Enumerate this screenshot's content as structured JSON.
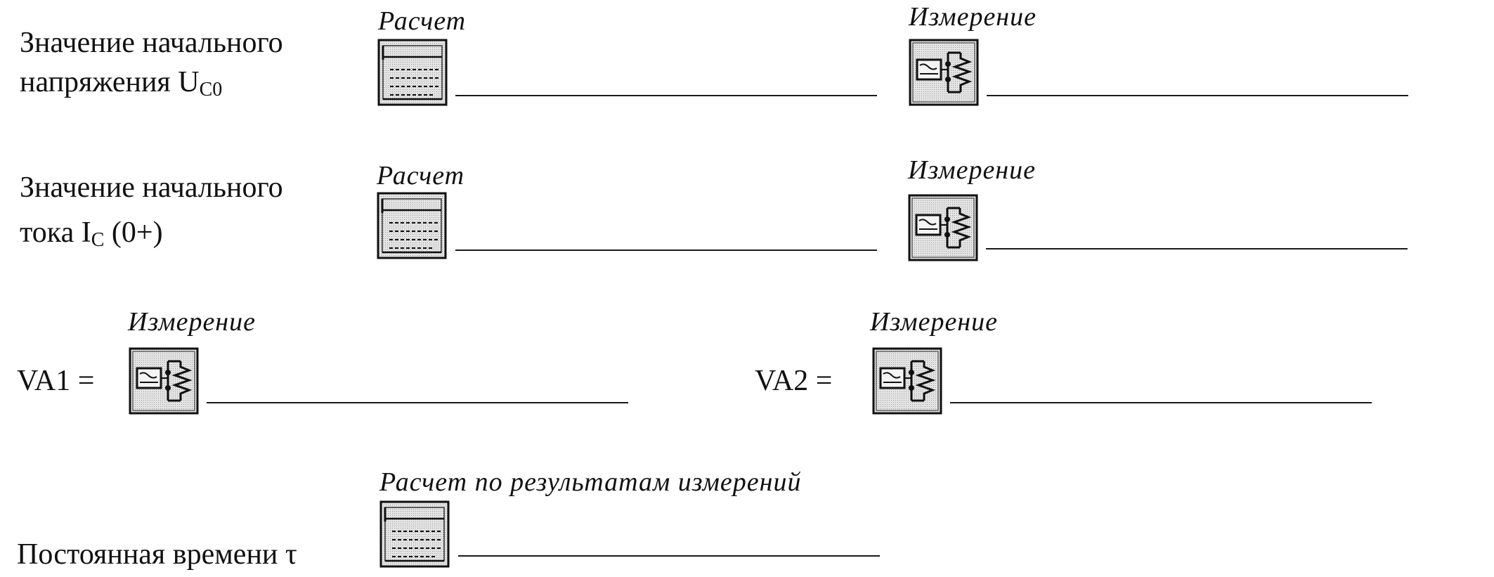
{
  "rows": {
    "uc0": {
      "label_line1": "Значение начального",
      "label_line2_prefix": "напряжения U",
      "label_line2_sub": "C0",
      "calc_caption": "Расчет",
      "meas_caption": "Измерение"
    },
    "ic": {
      "label_line1": "Значение начального",
      "label_line2_prefix": "тока I",
      "label_line2_sub": "C",
      "label_line2_suffix": " (0+)",
      "calc_caption": "Расчет",
      "meas_caption": "Измерение"
    },
    "va": {
      "va1_label": "VA1 =",
      "va1_caption": "Измерение",
      "va2_label": "VA2 =",
      "va2_caption": "Измерение"
    },
    "tau": {
      "label": "Постоянная времени τ",
      "caption": "Расчет по результатам измерений"
    }
  },
  "icons": {
    "calculator": "calculator-icon",
    "multimeter": "multimeter-icon"
  }
}
